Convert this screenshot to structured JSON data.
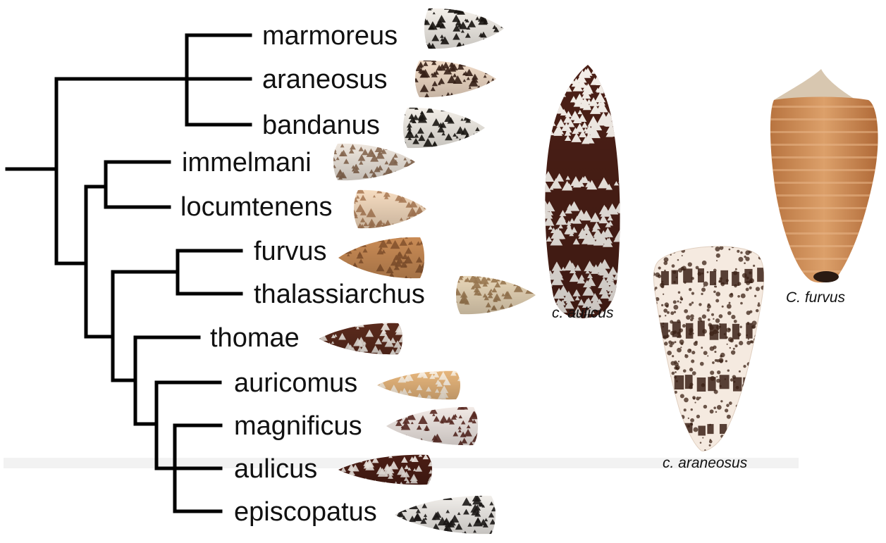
{
  "tree": {
    "taxa": [
      {
        "label": "marmoreus",
        "shell": "marmoreus-shell",
        "base": "#f4f0ea",
        "mark": "#1a1512"
      },
      {
        "label": "araneosus",
        "shell": "araneosus-shell",
        "base": "#f2dcc8",
        "mark": "#3b2218"
      },
      {
        "label": "bandanus",
        "shell": "bandanus-shell",
        "base": "#f3efe8",
        "mark": "#1c1814"
      },
      {
        "label": "immelmani",
        "shell": "immelmani-shell",
        "base": "#efe7de",
        "mark": "#8b6a52"
      },
      {
        "label": "locumtenens",
        "shell": "locumtenens-shell",
        "base": "#f6dcc0",
        "mark": "#b0805a"
      },
      {
        "label": "furvus",
        "shell": "furvus-shell",
        "base": "#c98b55",
        "mark": "#8a5530"
      },
      {
        "label": "thalassiarchus",
        "shell": "thalassiarchus-shell",
        "base": "#e8d6b8",
        "mark": "#9c7a52"
      },
      {
        "label": "thomae",
        "shell": "thomae-shell",
        "base": "#5a2a1c",
        "mark": "#f2ece6"
      },
      {
        "label": "auricomus",
        "shell": "auricomus-shell",
        "base": "#e7b67c",
        "mark": "#fbf1e2"
      },
      {
        "label": "magnificus",
        "shell": "magnificus-shell",
        "base": "#f2eae6",
        "mark": "#5b2a22"
      },
      {
        "label": "aulicus",
        "shell": "aulicus-shell",
        "base": "#4a1d14",
        "mark": "#f5eee8"
      },
      {
        "label": "episcopatus",
        "shell": "episcopatus-shell",
        "base": "#f1eeea",
        "mark": "#1d1a18"
      }
    ]
  },
  "specimens": [
    {
      "caption": "c. aulicus",
      "base": "#4b1f16",
      "mark": "#f6f0ea"
    },
    {
      "caption": "c. araneosus",
      "base": "#f5eae0",
      "mark": "#3b2116"
    },
    {
      "caption": "C. furvus",
      "base": "#d18f56",
      "mark": "#e8b587"
    }
  ],
  "colors": {
    "branch": "#000000",
    "background": "#ffffff"
  }
}
